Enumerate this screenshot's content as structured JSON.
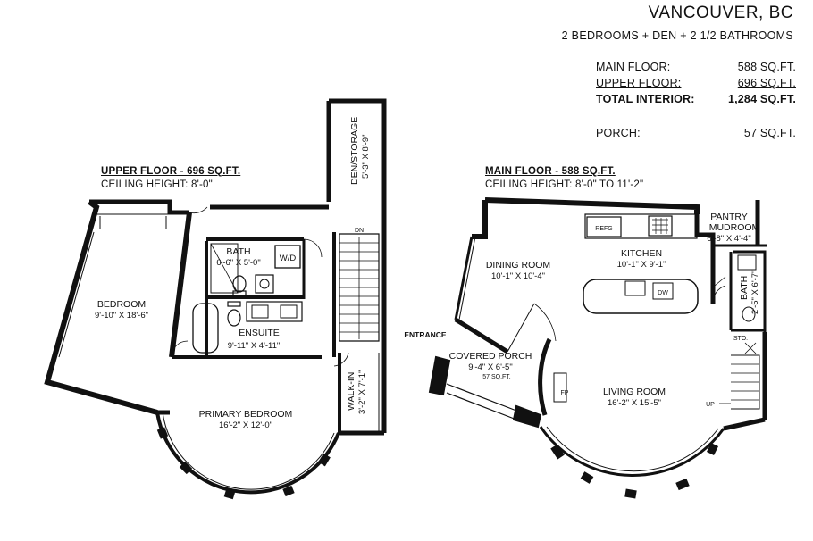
{
  "header": {
    "title": "VANCOUVER, BC",
    "subtitle": "2 BEDROOMS + DEN + 2 1/2 BATHROOMS"
  },
  "areas": {
    "main_floor": {
      "label": "MAIN FLOOR:",
      "value": "588 SQ.FT."
    },
    "upper_floor": {
      "label": "UPPER FLOOR:",
      "value": "696 SQ.FT."
    },
    "total": {
      "label": "TOTAL INTERIOR:",
      "value": "1,284 SQ.FT."
    },
    "porch": {
      "label": "PORCH:",
      "value": "57 SQ.FT."
    }
  },
  "upper_floor": {
    "title": "UPPER FLOOR - 696 SQ.FT.",
    "ceiling": "CEILING HEIGHT: 8'-0\"",
    "rooms": {
      "den": {
        "name": "DEN/STORAGE",
        "dims": "5'-3\" X 8'-9\""
      },
      "bath": {
        "name": "BATH",
        "dims": "6'-6\" X 5'-0\""
      },
      "wd": "W/D",
      "dn": "DN",
      "bedroom": {
        "name": "BEDROOM",
        "dims": "9'-10\" X 18'-6\""
      },
      "ensuite": {
        "name": "ENSUITE",
        "dims": "9'-11\" X 4'-11\""
      },
      "walkin": {
        "name": "WALK-IN",
        "dims": "3'-2\" X 7'-1\""
      },
      "primary": {
        "name": "PRIMARY BEDROOM",
        "dims": "16'-2\" X 12'-0\""
      }
    }
  },
  "main_floor": {
    "title": "MAIN FLOOR - 588 SQ.FT.",
    "ceiling": "CEILING HEIGHT: 8'-0\" TO 11'-2\"",
    "entrance": "ENTRANCE",
    "rooms": {
      "refg": "REFG",
      "pantry": {
        "name": "PANTRY",
        "sub": "MUDROOM",
        "dims": "6'-8\" X 4'-4\""
      },
      "kitchen": {
        "name": "KITCHEN",
        "dims": "10'-1\" X 9'-1\""
      },
      "dining": {
        "name": "DINING ROOM",
        "dims": "10'-1\" X 10'-4\""
      },
      "dw": "DW",
      "bath": {
        "name": "BATH",
        "dims": "2'-5\" X 6'-7\""
      },
      "sto": "STO.",
      "porch": {
        "name": "COVERED PORCH",
        "dims": "9'-4\" X 6'-5\"",
        "area": "57 SQ.FT."
      },
      "fp": "FP",
      "living": {
        "name": "LIVING ROOM",
        "dims": "16'-2\" X 15'-5\""
      },
      "up": "UP"
    }
  }
}
